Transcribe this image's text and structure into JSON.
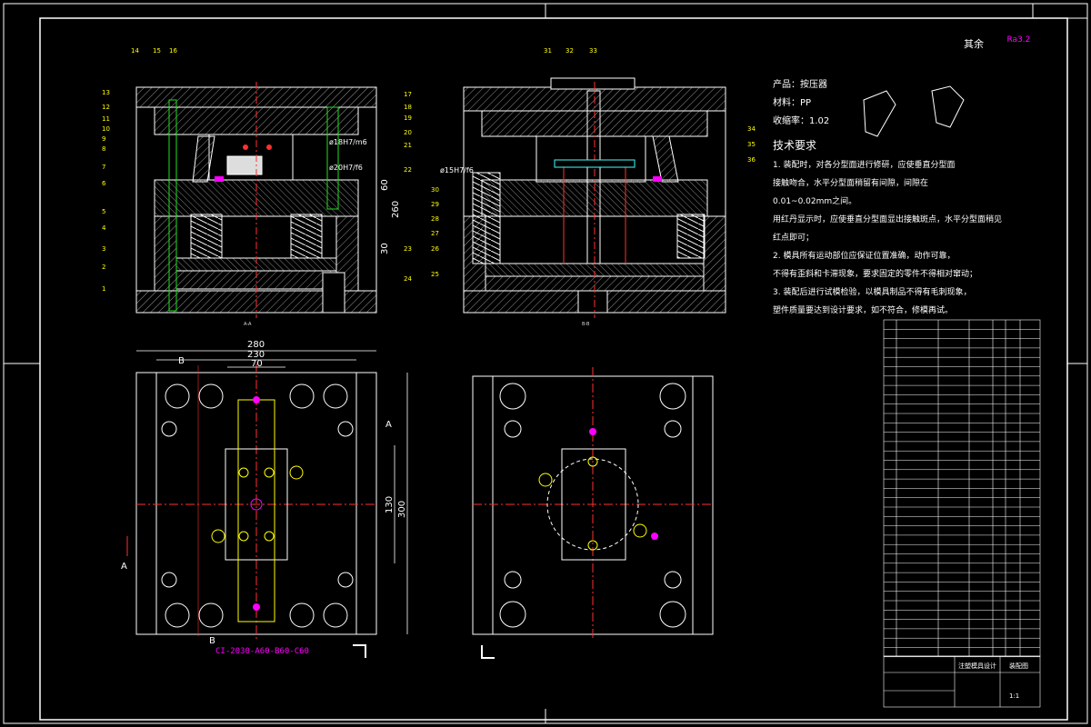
{
  "roughness": {
    "symbol_label": "其余",
    "value": "Ra3.2"
  },
  "product_info": {
    "product": "产品：按压器",
    "material": "材料：PP",
    "shrinkage": "收缩率：1.02"
  },
  "technical_requirements": {
    "title": "技术要求",
    "lines": [
      "1. 装配时，对各分型面进行修研，应使垂直分型面",
      "接触吻合，水平分型面稍留有间隙，间隙在",
      "0.01~0.02mm之间。",
      "用红丹显示时，应使垂直分型面显出接触斑点，水平分型面稍见",
      "红点即可；",
      "2. 模具所有运动部位应保证位置准确，动作可靠，",
      "不得有歪斜和卡滞现象，要求固定的零件不得相对窜动；",
      "3. 装配后进行试模检验，以模具制品不得有毛刺现象，",
      "塑件质量要达到设计要求，如不符合，修模再试。"
    ]
  },
  "section_labels": {
    "left": "A-A",
    "right": "B-B"
  },
  "dimensions": {
    "top_width": "280",
    "top_width_2": "230",
    "top_width_3": "70",
    "side_height_1": "260",
    "side_height_2": "60",
    "side_height_3": "30",
    "plan_height_1": "300",
    "plan_height_2": "130",
    "fit_1": "ø18H7/m6",
    "fit_2": "ø20H7/f6",
    "fit_3": "ø15H7/f6"
  },
  "view_markers": {
    "b_top": "B",
    "b_bottom": "B",
    "a_right": "A",
    "a_left": "A"
  },
  "part_number_id": "CI-2030-A60-B60-C60",
  "left_callouts": [
    "14",
    "15",
    "16",
    "13",
    "12",
    "11",
    "10",
    "9",
    "8",
    "7",
    "6",
    "5",
    "4",
    "3",
    "2",
    "1"
  ],
  "right_callouts_left_section": [
    "17",
    "18",
    "19",
    "20",
    "21",
    "22",
    "23",
    "24"
  ],
  "right_section_callouts": [
    "31",
    "32",
    "33",
    "34",
    "35",
    "36",
    "30",
    "29",
    "28",
    "27",
    "26",
    "25"
  ],
  "title_block": {
    "design_title": "注塑模具设计",
    "drawing_name": "装配图",
    "scale_label": "1:1"
  },
  "colors": {
    "outline": "#ffffff",
    "hatch": "#cccccc",
    "center": "#ff3030",
    "highlight": "#ffff00",
    "magenta": "#ff00ff",
    "green": "#20e020",
    "cyan": "#40ffff"
  }
}
